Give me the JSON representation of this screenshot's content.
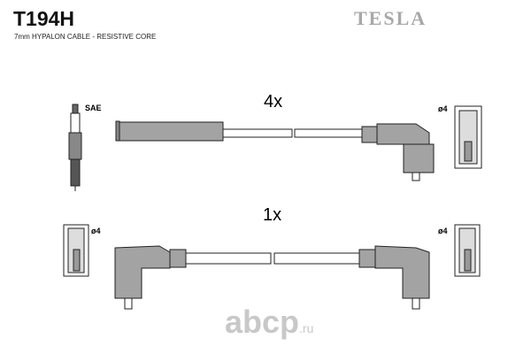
{
  "header": {
    "part_number": "T194H",
    "description": "7mm HYPALON CABLE - RESISTIVE CORE",
    "brand": "TESLA"
  },
  "diagram": {
    "top_cable": {
      "quantity": "4x",
      "plug_label": "SAE",
      "terminal_label": "ø4"
    },
    "bottom_cable": {
      "quantity": "1x",
      "left_terminal_label": "ø4",
      "right_terminal_label": "ø4"
    }
  },
  "watermark": {
    "main": "abcp",
    "suffix": ".ru"
  },
  "colors": {
    "boot": "#a3a3a3",
    "outline": "#222222",
    "brand": "#a8a8a8"
  }
}
